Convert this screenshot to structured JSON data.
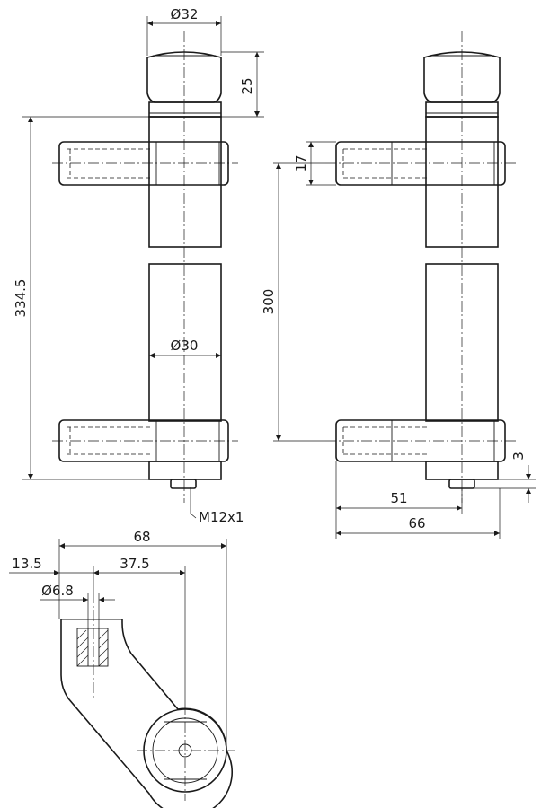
{
  "drawing": {
    "dimensions": {
      "knob_diameter": "Ø32",
      "knob_height": "25",
      "overall_length": "334.5",
      "tube_diameter": "Ø30",
      "thread_spec": "M12x1",
      "arm_thickness": "17",
      "center_distance": "300",
      "stub_length": "3",
      "arm_offset": "51",
      "arm_length": "66",
      "overall_width": "68",
      "bore_offset": "13.5",
      "bore_to_axis": "37.5",
      "bore_diameter": "Ø6.8"
    },
    "colors": {
      "line": "#1a1a1a",
      "background": "#ffffff"
    }
  }
}
